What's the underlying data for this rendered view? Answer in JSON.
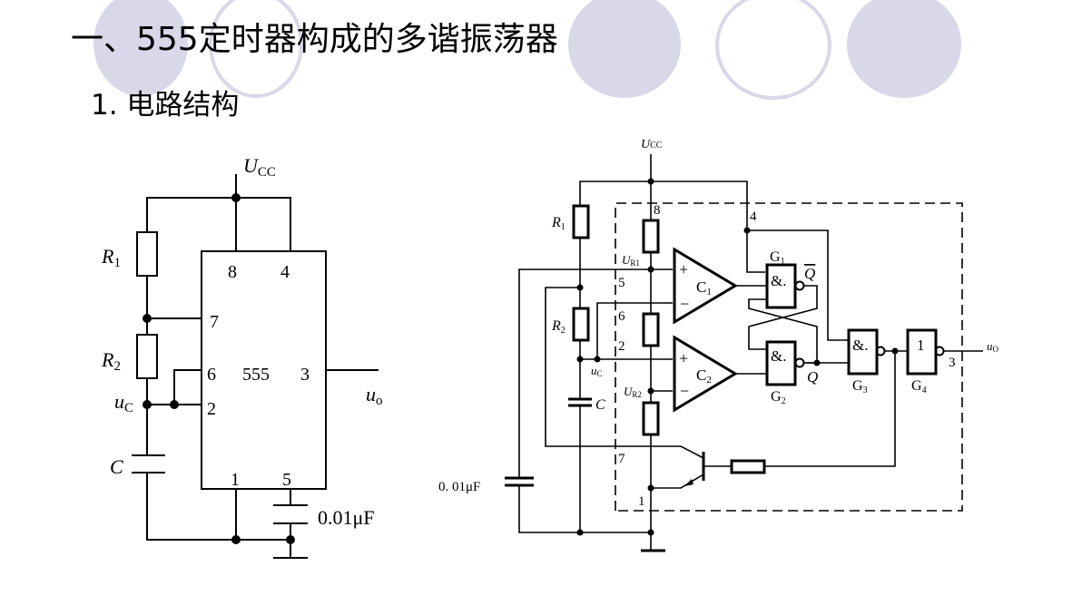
{
  "slide": {
    "title": "一、555定时器构成的多谐振荡器",
    "subtitle": "1. 电路结构",
    "decor_colors": {
      "circle_fill": "#d9d8e9",
      "circle_ring": "#d9d8e9"
    }
  },
  "left_diagram": {
    "supply_label_main": "U",
    "supply_label_sub": "CC",
    "r1_main": "R",
    "r1_sub": "1",
    "r2_main": "R",
    "r2_sub": "2",
    "c_label": "C",
    "uc_main": "u",
    "uc_sub": "C",
    "uo_main": "u",
    "uo_sub": "o",
    "chip_label": "555",
    "pins": {
      "p8": "8",
      "p4": "4",
      "p7": "7",
      "p6": "6",
      "p2": "2",
      "p3": "3",
      "p1": "1",
      "p5": "5"
    },
    "cap_label": "0.01μF"
  },
  "right_diagram": {
    "supply_label_main": "U",
    "supply_label_sub": "CC",
    "r1_main": "R",
    "r1_sub": "1",
    "r2_main": "R",
    "r2_sub": "2",
    "c_label": "C",
    "ur1_main": "U",
    "ur1_sub": "R1",
    "ur2_main": "U",
    "ur2_sub": "R2",
    "uc_main": "u",
    "uc_sub": "C",
    "uo_main": "u",
    "uo_sub": "O",
    "cap_label": "0. 01μF",
    "comparators": {
      "c1_main": "C",
      "c1_sub": "1",
      "c2_main": "C",
      "c2_sub": "2",
      "plus": "+",
      "minus": "−"
    },
    "gates": {
      "g1_main": "G",
      "g1_sub": "1",
      "g2_main": "G",
      "g2_sub": "2",
      "g3_main": "G",
      "g3_sub": "3",
      "g4_main": "G",
      "g4_sub": "4",
      "and_symbol": "&.",
      "not_symbol": "1"
    },
    "q_label": "Q",
    "qbar_label": "Q",
    "pins": {
      "p8": "8",
      "p4": "4",
      "p5": "5",
      "p6": "6",
      "p2": "2",
      "p7": "7",
      "p1": "1",
      "p3": "3"
    }
  }
}
